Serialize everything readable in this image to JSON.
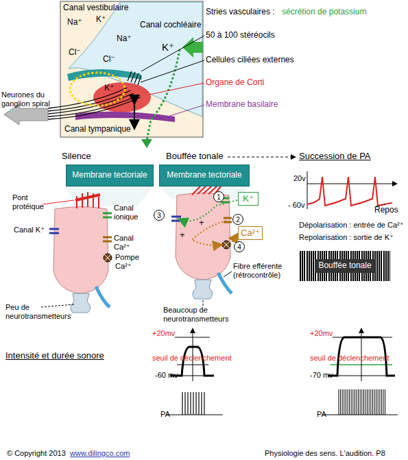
{
  "diagram": {
    "nodes": [
      {
        "text": [
          "Membrane tectoriale"
        ]
      },
      {
        "text": [
          "Membrane tectoriale"
        ]
      },
      {
        "text": [
          "1"
        ]
      },
      {
        "text": [
          "K⁺"
        ]
      },
      {
        "text": [
          "3"
        ]
      },
      {
        "text": [
          "2"
        ]
      },
      {
        "text": [
          "Ca²⁺"
        ]
      },
      {
        "text": [
          "4"
        ]
      },
      {
        "text": [
          "Bouffée tonale"
        ]
      }
    ],
    "labels": [
      "Canal vestibulaire",
      "Na⁺",
      "K⁺",
      "Cl⁻",
      "Na⁺",
      "Cl⁻",
      "Canal cochléaire",
      "K⁺",
      "K⁺",
      "Canal tympanique",
      "Stries vasculaires :",
      "sécrétion de potassium",
      "50 à 100 stéréocils",
      "Cellules ciliées externes",
      "Organe de Corti",
      "Membrane basilaire",
      "Neurones du ganglion spiral",
      "Silence",
      "Bouffée tonale",
      "Succession de PA",
      "Pont protéique",
      "Canal K⁺",
      "Canal ionique",
      "Canal Ca²⁺",
      "Pompe Ca²⁺",
      "Peu de neurotransmetteurs",
      "Fibre efférente (rétrocontrôle)",
      "Beaucoup de neurotransmetteurs",
      "20v",
      "- 60v",
      "Repos",
      "Dépolarisation : entrée de Ca²⁺",
      "Repolarisation : sortie de K⁺",
      "Intensité et durée sonore",
      "+20mv",
      "seuil de déclenchement",
      "-60 mv",
      "PA",
      "+20mv",
      "seuil de déclenchement",
      "-70 mv",
      "PA",
      "© Copyright 2013",
      "www.dilingco.com",
      "Physiologie des sens. L'audition. P8",
      "+",
      "+"
    ]
  }
}
